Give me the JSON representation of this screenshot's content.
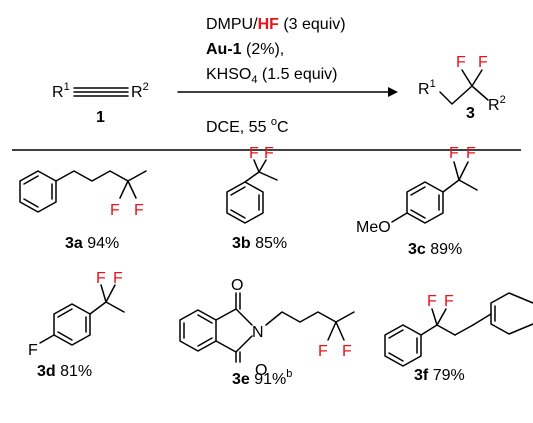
{
  "scheme": {
    "reagents": {
      "dmpu": "DMPU/",
      "hf": "HF",
      "hf_equiv": " (3 equiv)",
      "catalyst": "Au-1",
      "catalyst_loading": " (2%),",
      "additive": "KHSO",
      "additive_sub": "4",
      "additive_equiv": " (1.5 equiv)",
      "conditions": "DCE, 55 ",
      "degree": "o",
      "celsius": "C"
    },
    "substrate": {
      "r1": "R",
      "r1_sup": "1",
      "r2": "R",
      "r2_sup": "2",
      "number": "1"
    },
    "product": {
      "r1": "R",
      "r1_sup": "1",
      "r2": "R",
      "r2_sup": "2",
      "f1": "F",
      "f2": "F",
      "number": "3"
    }
  },
  "compounds": [
    {
      "id": "3a",
      "yield": "94%",
      "f1": "F",
      "f2": "F"
    },
    {
      "id": "3b",
      "yield": "85%",
      "f1": "F",
      "f2": "F"
    },
    {
      "id": "3c",
      "yield": "89%",
      "f1": "F",
      "f2": "F",
      "group": "MeO"
    },
    {
      "id": "3d",
      "yield": "81%",
      "f1": "F",
      "f2": "F",
      "group": "F"
    },
    {
      "id": "3e",
      "yield": "91%",
      "yield_note": "b",
      "f1": "F",
      "f2": "F",
      "o1": "O",
      "o2": "O",
      "n": "N"
    },
    {
      "id": "3f",
      "yield": "79%",
      "f1": "F",
      "f2": "F"
    }
  ],
  "colors": {
    "fluorine": "#e8141a",
    "text": "#000000"
  }
}
